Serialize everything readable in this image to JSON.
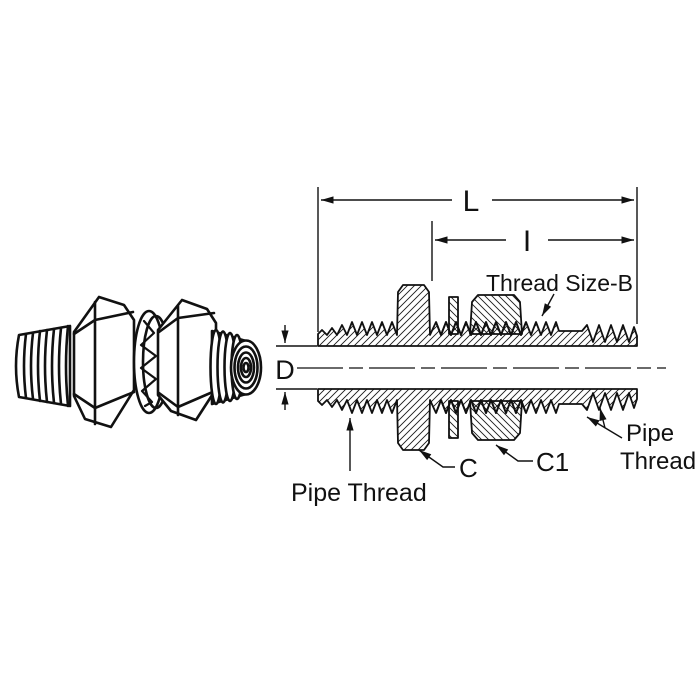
{
  "figure": {
    "type": "technical-line-drawing",
    "subject": "Bulkhead pipe fitting with locknuts and lock washer - isometric view and cross section",
    "colors": {
      "line": "#111111",
      "background": "#ffffff",
      "hatch": "#1a1a1a"
    }
  },
  "labels": {
    "overall_length": "L",
    "intermediate_length": "I",
    "bore_diameter": "D",
    "thread_size": "Thread Size-B",
    "locknut_c": "C",
    "locknut_c1": "C1",
    "pipe_thread_left": "Pipe Thread",
    "pipe_thread_right_1": "Pipe",
    "pipe_thread_right_2": "Thread"
  }
}
